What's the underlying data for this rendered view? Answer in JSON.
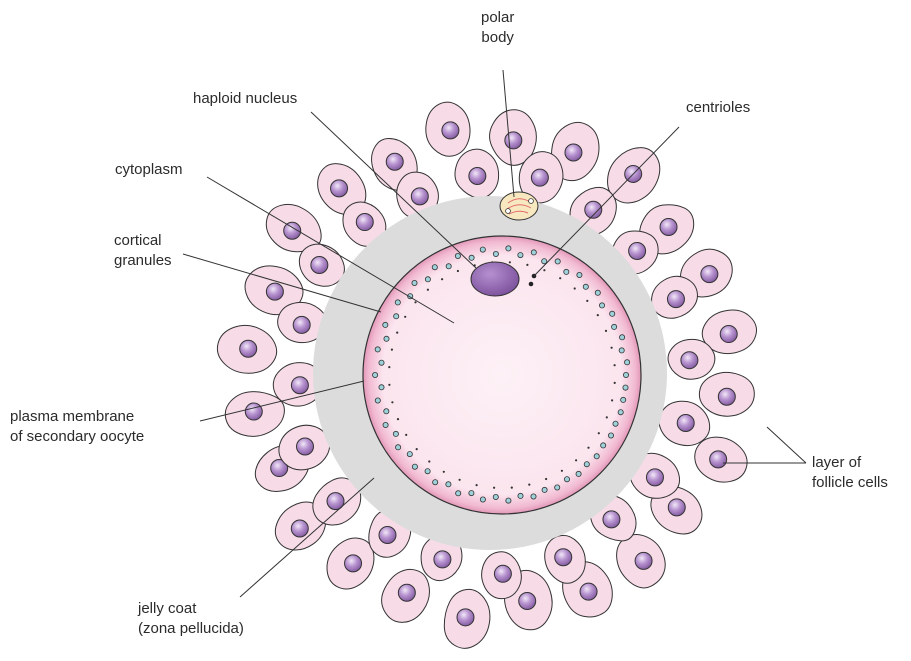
{
  "labels": {
    "polar_body": [
      "polar",
      "body"
    ],
    "haploid_nucleus": "haploid nucleus",
    "centrioles": "centrioles",
    "cytoplasm": "cytoplasm",
    "cortical_granules": [
      "cortical",
      "granules"
    ],
    "plasma_membrane": [
      "plasma membrane",
      "of secondary oocyte"
    ],
    "jelly_coat": [
      "jelly coat",
      "(zona pellucida)"
    ],
    "follicle_cells": [
      "layer of",
      "follicle cells"
    ]
  },
  "colors": {
    "follicle_cell_fill": "#f7dce8",
    "follicle_nucleus": "#9b74b6",
    "jelly_coat": "#dcdcdc",
    "oocyte_rim": "#e8a8c4",
    "cytoplasm": "#fbe7ef",
    "granule": "#9ed1da",
    "polar_body": "#f7e8c0",
    "nucleus": "#8e63a9",
    "line": "#333333"
  }
}
